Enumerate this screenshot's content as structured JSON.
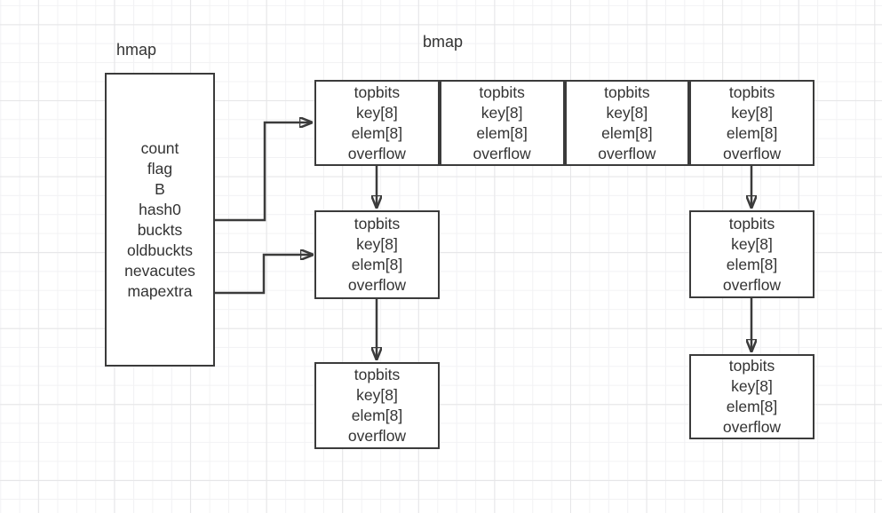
{
  "diagram": {
    "title_left": "hmap",
    "title_right": "bmap"
  },
  "hmap": {
    "fields": [
      "count",
      "flag",
      "B",
      "hash0",
      "buckts",
      "oldbuckts",
      "nevacutes",
      "mapextra"
    ]
  },
  "bucket": {
    "fields": [
      "topbits",
      "key[8]",
      "elem[8]",
      "overflow"
    ]
  },
  "colors": {
    "stroke": "#3b3b3b",
    "text": "#333333",
    "background": "#ffffff",
    "grid_minor": "#f2f2f4",
    "grid_major": "#e5e5e7"
  }
}
